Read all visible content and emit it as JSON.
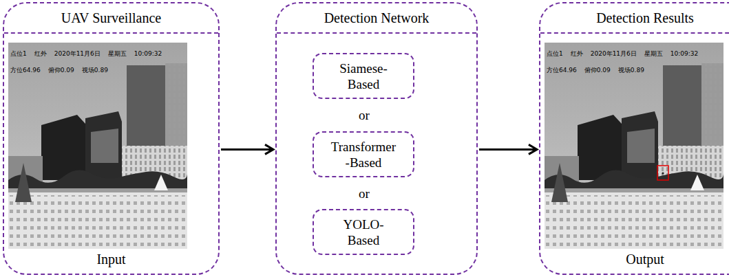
{
  "diagram": {
    "nodes": [
      {
        "text": [
          "UAV Surveillance",
          "Input"
        ]
      },
      {
        "text": [
          "Detection Network"
        ]
      },
      {
        "text": [
          "Siamese- Based"
        ],
        "in": 1
      },
      {
        "text": [
          "Transformer -Based"
        ],
        "in": 1
      },
      {
        "text": [
          "YOLO- Based"
        ],
        "in": 1
      },
      {
        "text": [
          "Detection Results",
          "Output"
        ]
      }
    ],
    "edges": [
      {
        "from": 0,
        "to": 1,
        "arrow": "to"
      },
      {
        "from": 1,
        "to": 5,
        "arrow": "to"
      }
    ],
    "labels": [
      "点位1",
      "红外",
      "2020年11月6日",
      "星期五",
      "10:09:32",
      "方位64.96",
      "俯仰0.09",
      "视场0.89",
      "or",
      "or",
      "点位1",
      "红外",
      "2020年11月6日",
      "星期五",
      "10:09:32",
      "方位64.96",
      "俯仰0.09",
      "视场0.89"
    ]
  }
}
